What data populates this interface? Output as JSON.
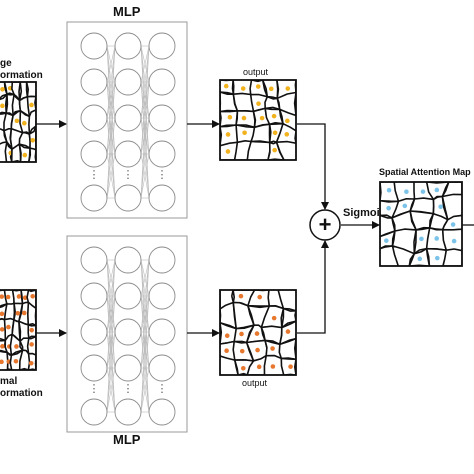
{
  "top_mlp": {
    "title": "MLP"
  },
  "bottom_mlp": {
    "title": "MLP"
  },
  "top_input": {
    "label_line1": "ge",
    "label_line2": "ormation",
    "dot_color": "#f2b21d"
  },
  "bottom_input": {
    "label_line1": "mal",
    "label_line2": "ormation",
    "dot_color": "#e8772e"
  },
  "top_output": {
    "label": "output",
    "dot_color": "#f2b21d"
  },
  "bottom_output": {
    "label": "output",
    "dot_color": "#e8772e"
  },
  "sum_node": {
    "symbol": "+"
  },
  "activation": {
    "label": "Sigmoid"
  },
  "attention_map": {
    "label": "Spatial Attention Map",
    "dot_color": "#7cc3ea"
  },
  "ellipsis": "⋮",
  "colors": {
    "line": "#111111",
    "box_border": "#9a9a9a",
    "neuron": "#8a8a8a",
    "connection": "#bdbdbd"
  }
}
